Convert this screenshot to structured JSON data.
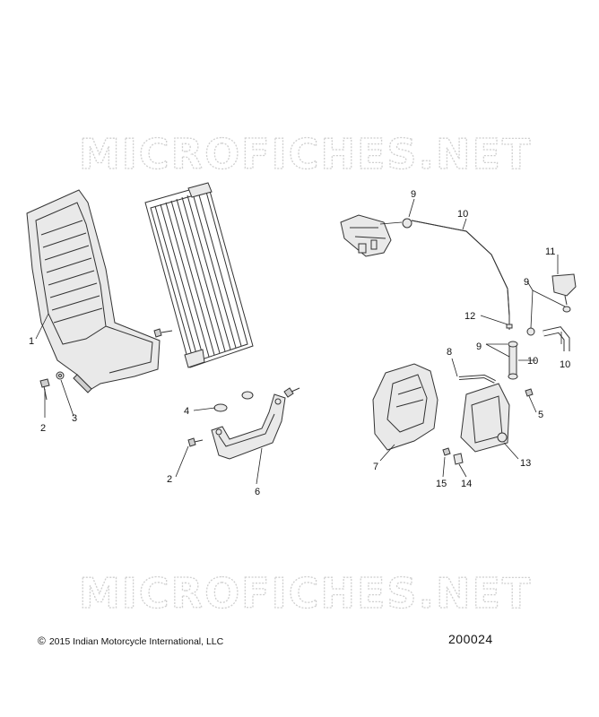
{
  "watermark": {
    "text": "MICROFICHES.NET"
  },
  "callouts": [
    {
      "id": "c1",
      "label": "1"
    },
    {
      "id": "c2a",
      "label": "2"
    },
    {
      "id": "c3",
      "label": "3"
    },
    {
      "id": "c4",
      "label": "4"
    },
    {
      "id": "c2b",
      "label": "2"
    },
    {
      "id": "c6",
      "label": "6"
    },
    {
      "id": "c9a",
      "label": "9"
    },
    {
      "id": "c10a",
      "label": "10"
    },
    {
      "id": "c11",
      "label": "11"
    },
    {
      "id": "c9b",
      "label": "9"
    },
    {
      "id": "c12",
      "label": "12"
    },
    {
      "id": "c8",
      "label": "8"
    },
    {
      "id": "c9c",
      "label": "9"
    },
    {
      "id": "c10b",
      "label": "10"
    },
    {
      "id": "c10c",
      "label": "10"
    },
    {
      "id": "c5",
      "label": "5"
    },
    {
      "id": "c7",
      "label": "7"
    },
    {
      "id": "c13",
      "label": "13"
    },
    {
      "id": "c15",
      "label": "15"
    },
    {
      "id": "c14",
      "label": "14"
    }
  ],
  "footer": {
    "copyright_symbol": "©",
    "copyright": "2015 Indian Motorcycle International, LLC",
    "diagram_id": "200024"
  }
}
